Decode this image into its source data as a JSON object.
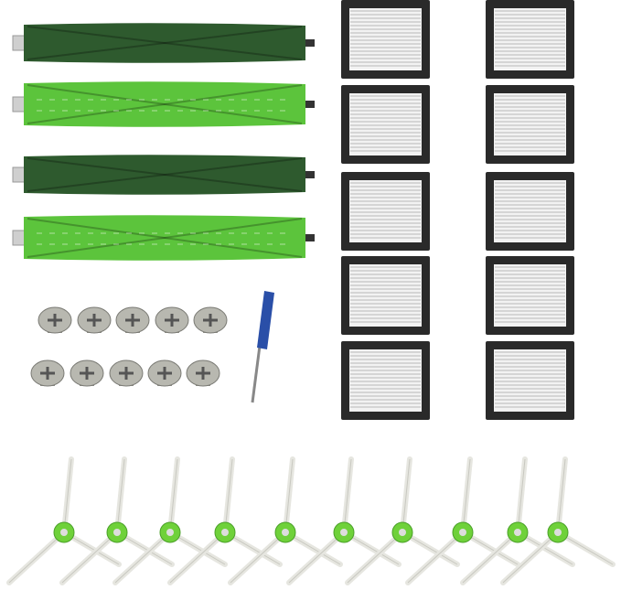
{
  "scene": {
    "subject": "replacement-parts-kit",
    "colors": {
      "background": "#ffffff",
      "roller_dark": "#2e5a2e",
      "roller_light": "#5cc43c",
      "filter_frame": "#2a2a2a",
      "filter_pleat": "#f2f2f2",
      "screw_metal": "#b8b8b0",
      "screwdriver_handle": "#2a4fa8",
      "brush_hub": "#6fd13a",
      "brush_bristle": "#e6e6e0"
    },
    "components": [
      {
        "name": "roller-brush-dark",
        "count": 2
      },
      {
        "name": "roller-brush-light",
        "count": 2
      },
      {
        "name": "hepa-filter",
        "count": 10
      },
      {
        "name": "screw",
        "count": 10
      },
      {
        "name": "screwdriver",
        "count": 1
      },
      {
        "name": "side-brush",
        "count": 10
      }
    ]
  }
}
